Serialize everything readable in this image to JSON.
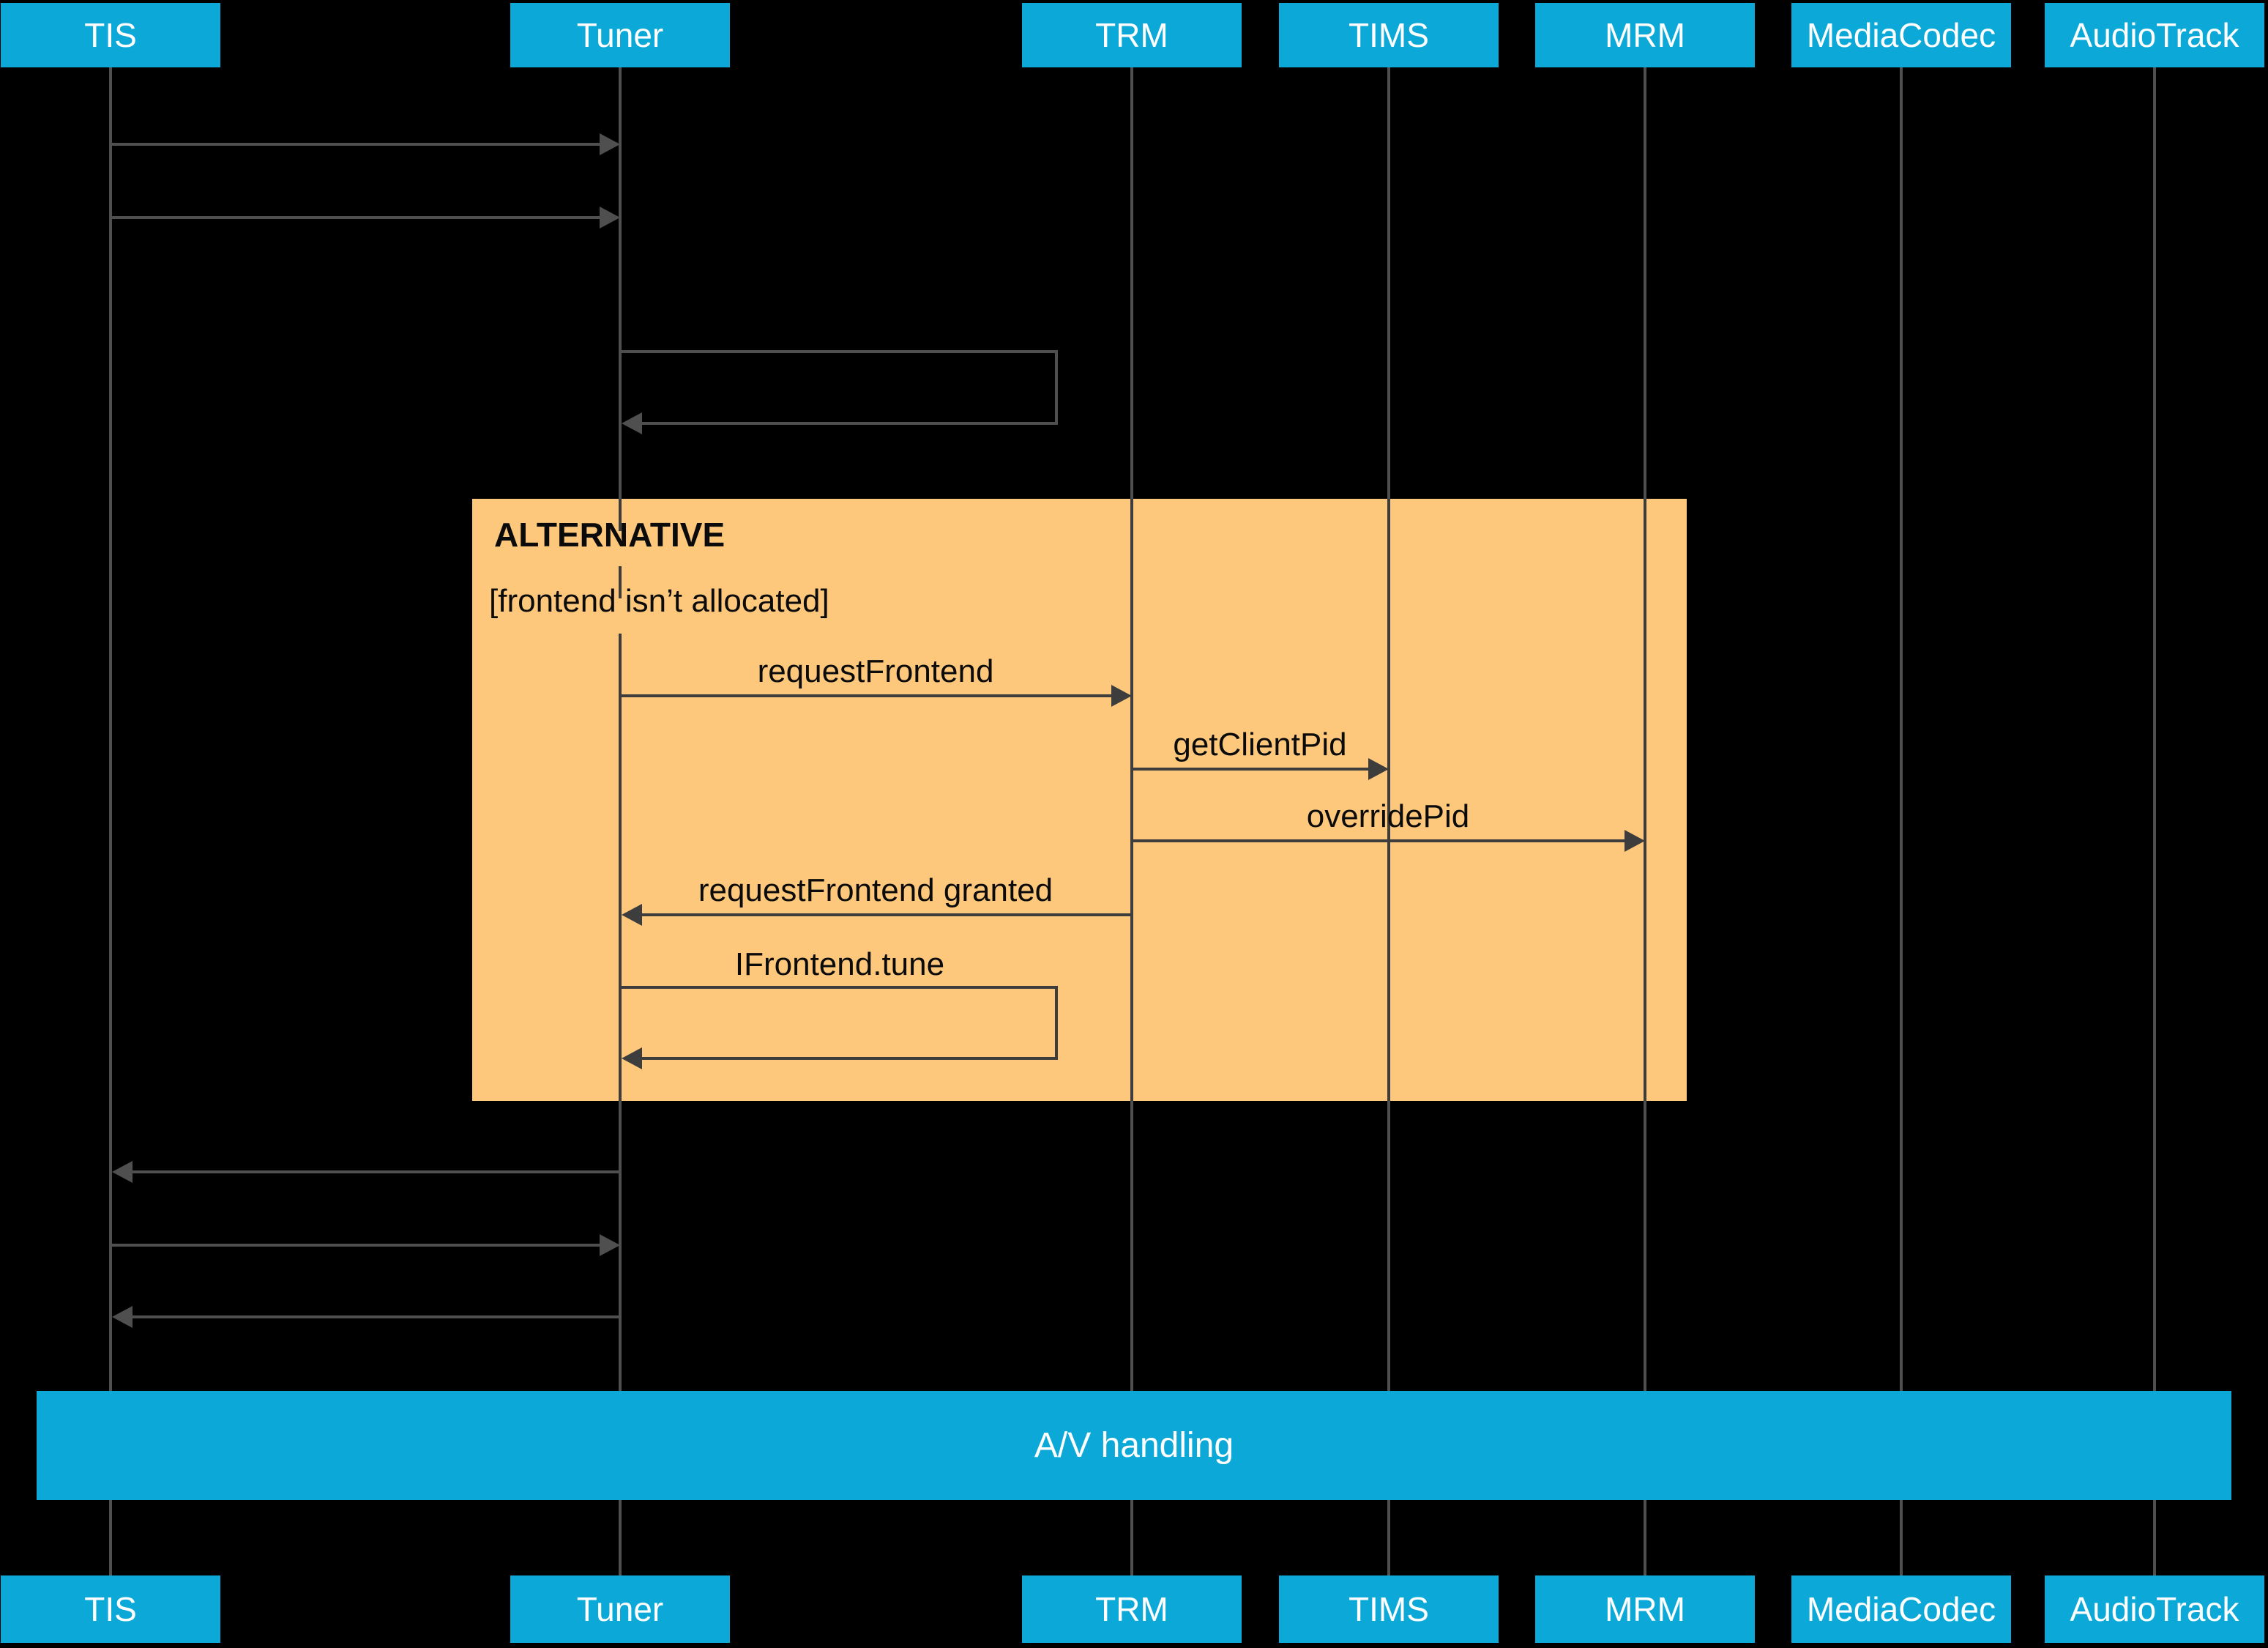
{
  "diagram_type": "uml-sequence",
  "participants": [
    {
      "id": "tis",
      "label": "TIS"
    },
    {
      "id": "tuner",
      "label": "Tuner"
    },
    {
      "id": "trm",
      "label": "TRM"
    },
    {
      "id": "tims",
      "label": "TIMS"
    },
    {
      "id": "mrm",
      "label": "MRM"
    },
    {
      "id": "mediacodec",
      "label": "MediaCodec"
    },
    {
      "id": "audiotrack",
      "label": "AudioTrack"
    }
  ],
  "alt_fragment": {
    "operator": "ALTERNATIVE",
    "guard": "[frontend isn’t allocated]"
  },
  "messages": [
    {
      "from": "TIS",
      "to": "Tuner",
      "label": ""
    },
    {
      "from": "TIS",
      "to": "Tuner",
      "label": ""
    },
    {
      "from": "Tuner",
      "to": "Tuner",
      "label": "",
      "self": true
    },
    {
      "from": "Tuner",
      "to": "TRM",
      "label": "requestFrontend"
    },
    {
      "from": "TRM",
      "to": "TIMS",
      "label": "getClientPid"
    },
    {
      "from": "TRM",
      "to": "MRM",
      "label": "overridePid"
    },
    {
      "from": "TRM",
      "to": "Tuner",
      "label": "requestFrontend granted"
    },
    {
      "from": "Tuner",
      "to": "Tuner",
      "label": "IFrontend.tune",
      "self": true
    },
    {
      "from": "Tuner",
      "to": "TIS",
      "label": ""
    },
    {
      "from": "TIS",
      "to": "Tuner",
      "label": ""
    },
    {
      "from": "Tuner",
      "to": "TIS",
      "label": ""
    }
  ],
  "av_bar": {
    "label": "A/V handling"
  },
  "colors": {
    "background": "#000000",
    "participant_fill": "#0ca9d8",
    "participant_text": "#ffffff",
    "alt_fill": "#fdc87c",
    "alt_text": "#0b0b0b",
    "lifeline": "#4f4f4f",
    "arrow_in_alt": "#3d3d3d"
  }
}
